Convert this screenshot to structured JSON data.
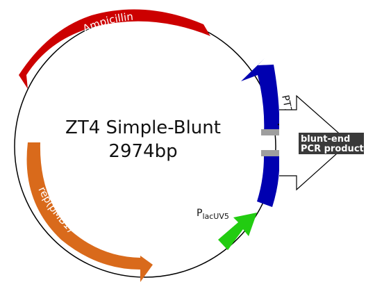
{
  "plasmid": {
    "name": "ZT4 Simple-Blunt",
    "size": "2974bp"
  },
  "features": {
    "ampicillin": {
      "label": "Ampicillin",
      "color": "#cc0000",
      "direction": "counterclockwise"
    },
    "rep": {
      "label": "rep(pMB1)",
      "color": "#d96a1b",
      "direction": "clockwise"
    },
    "t7_promoter": {
      "label": "PT7",
      "color": "#0000b0"
    },
    "lacuv5_promoter": {
      "label_main": "P",
      "label_sub": "lacUV5",
      "color": "#22cc11"
    },
    "insert": {
      "line1": "blunt-end",
      "line2": "PCR product",
      "label_bg": "#3a3a3a"
    }
  },
  "colors": {
    "backbone": "#000000",
    "site_marker": "#9e9e9e"
  }
}
